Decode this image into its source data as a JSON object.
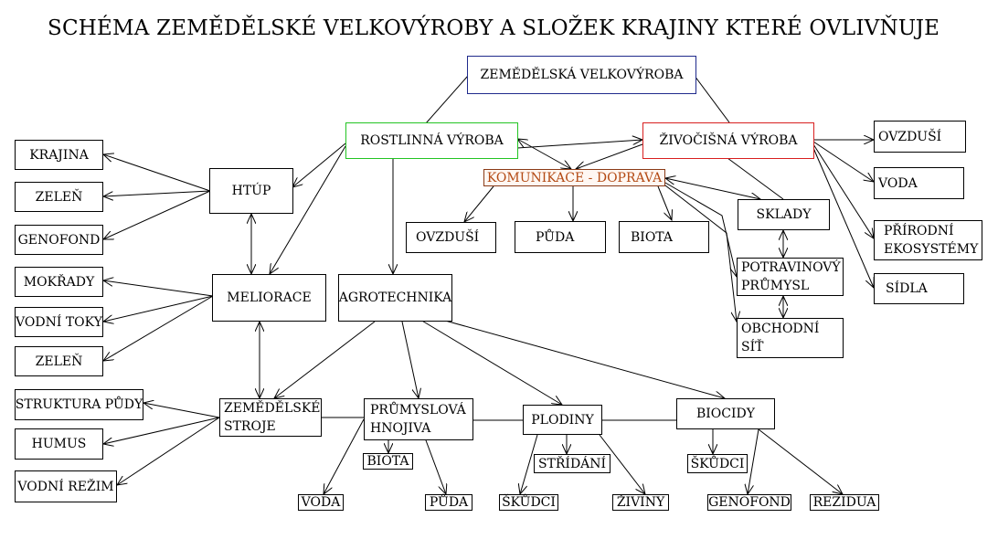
{
  "title": "SCHÉMA ZEMĚDĚLSKÉ VELKOVÝROBY A SLOŽEK KRAJINY KTERÉ OVLIVŇUJE",
  "colors": {
    "main_border": "#1f2a8c",
    "plant_border": "#23c423",
    "animal_border": "#d81f1f",
    "transport_text": "#b34a14"
  },
  "nodes": {
    "zemedelska_velkovyroba": "ZEMĚDĚLSKÁ VELKOVÝROBA",
    "rostlinna_vyroba": "ROSTLINNÁ VÝROBA",
    "zivocisna_vyroba": "ŽIVOČIŠNÁ VÝROBA",
    "komunikace_doprava": "KOMUNIKACE - DOPRAVA",
    "htup": "HTÚP",
    "krajina": "KRAJINA",
    "zelen_1": "ZELEŇ",
    "genofond_1": "GENOFOND",
    "mokrady": "MOKŘADY",
    "vodni_toky": "VODNÍ TOKY",
    "zelen_2": "ZELEŇ",
    "meliorace": "MELIORACE",
    "agrotechnika": "AGROTECHNIKA",
    "ovzdusi_1": "OVZDUŠÍ",
    "puda_1": "PŮDA",
    "biota_1": "BIOTA",
    "sklady": "SKLADY",
    "potravinovy_prumysl_l1": "POTRAVINOVÝ",
    "potravinovy_prumysl_l2": "PRŮMYSL",
    "obchodni_sit_l1": "OBCHODNÍ",
    "obchodni_sit_l2": "SÍŤ",
    "ovzdusi_2": "OVZDUŠÍ",
    "voda_1": "VODA",
    "prirodni_ekosystemy_l1": "PŘÍRODNÍ",
    "prirodni_ekosystemy_l2": "EKOSYSTÉMY",
    "sidla": "SÍDLA",
    "struktura_pudy": "STRUKTURA PŮDY",
    "humus": "HUMUS",
    "vodni_rezim": "VODNÍ REŽIM",
    "zemedelske_stroje_l1": "ZEMĚDĚLSKÉ",
    "zemedelske_stroje_l2": "STROJE",
    "prumyslova_hnojiva_l1": "PRŮMYSLOVÁ",
    "prumyslova_hnojiva_l2": "HNOJIVA",
    "plodiny": "PLODINY",
    "biocidy": "BIOCIDY",
    "biota_2": "BIOTA",
    "stridani": "STŘÍDÁNÍ",
    "skudci_2": "ŠKŮDCI",
    "voda_2": "VODA",
    "puda_2": "PŮDA",
    "skudci_1": "ŠKŮDCI",
    "ziviny": "ŽIVINY",
    "genofond_2": "GENOFOND",
    "rezidua": "REZIDUA"
  }
}
